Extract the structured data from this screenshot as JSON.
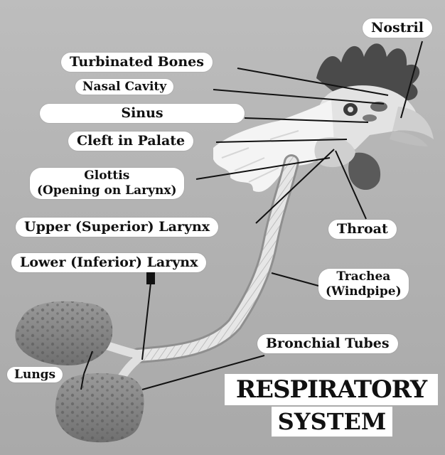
{
  "labels": {
    "nostril": "Nostril",
    "turbinated_bones": "Turbinated Bones",
    "nasal_cavity": "Nasal Cavity",
    "sinus": "Sinus",
    "cleft_in_palate": "Cleft in Palate",
    "glottis_line1": "Glottis",
    "glottis_line2": "(Opening on Larynx)",
    "upper_larynx": "Upper (Superior) Larynx",
    "throat": "Throat",
    "lower_larynx": "Lower (Inferior) Larynx",
    "trachea_line1": "Trachea",
    "trachea_line2": "(Windpipe)",
    "bronchial_tubes": "Bronchial Tubes",
    "lungs": "Lungs"
  },
  "title": {
    "line1": "RESPIRATORY",
    "line2": "SYSTEM"
  },
  "colors": {
    "background": "#b3b3b3",
    "label_fill": "#ffffff",
    "text": "#111111",
    "leader_line": "#111111"
  }
}
